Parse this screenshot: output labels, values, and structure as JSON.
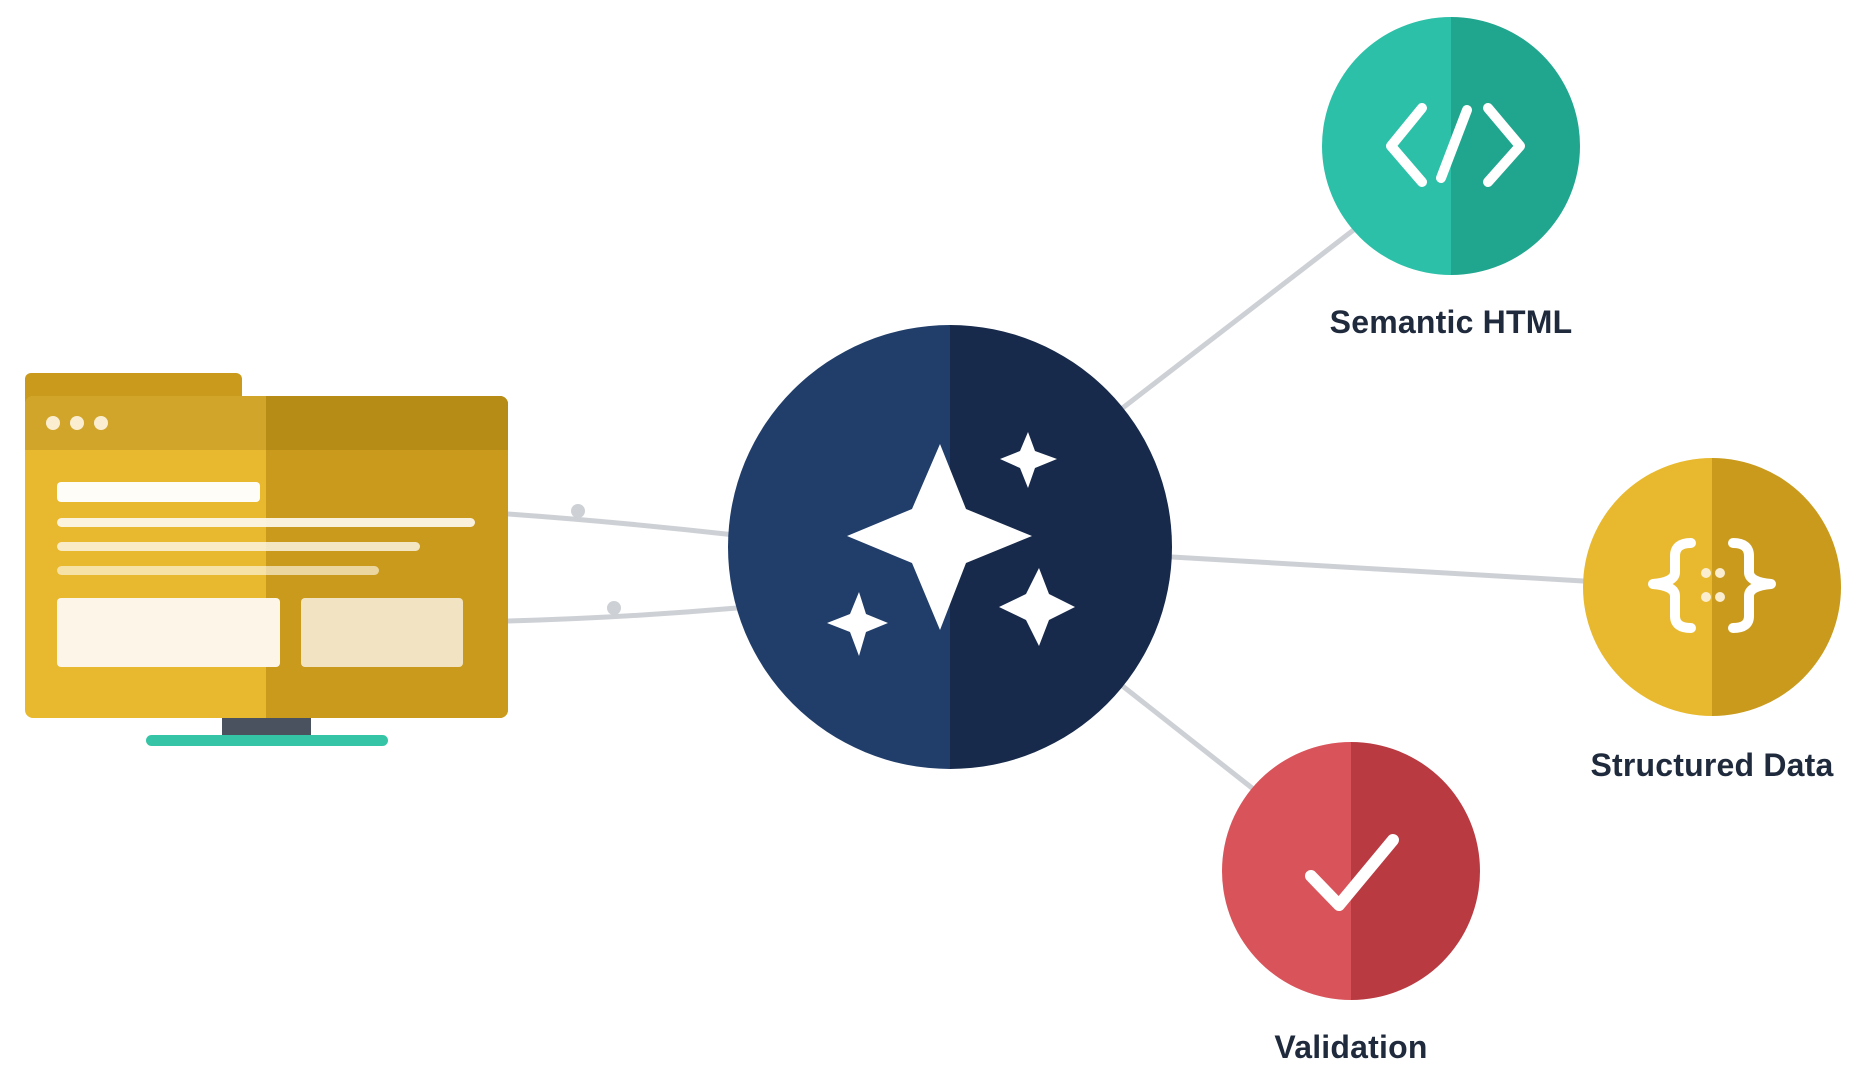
{
  "nodes": {
    "webpage": {
      "colors": {
        "base": "#e8b92e",
        "shade": "#c99a1b",
        "header": "#d1a52a",
        "header_shade": "#b68b16",
        "text_bar": "#fdf6e8",
        "stand": "#4a5260",
        "base_bar": "#35c5a6"
      }
    },
    "hub": {
      "icon": "sparkles-icon",
      "colors": {
        "base": "#213e6b",
        "shade": "#172a4b",
        "fg": "#ffffff"
      }
    },
    "semantic_html": {
      "label": "Semantic HTML",
      "icon": "code-brackets-icon",
      "colors": {
        "base": "#2cc0a8",
        "shade": "#20a68e"
      }
    },
    "structured_data": {
      "label": "Structured Data",
      "icon": "curly-braces-icon",
      "colors": {
        "base": "#e8b92e",
        "shade": "#c99a1b"
      }
    },
    "validation": {
      "label": "Validation",
      "icon": "checkmark-icon",
      "colors": {
        "base": "#d9545a",
        "shade": "#b93a41"
      }
    }
  },
  "connector_color": "#cdd0d5"
}
